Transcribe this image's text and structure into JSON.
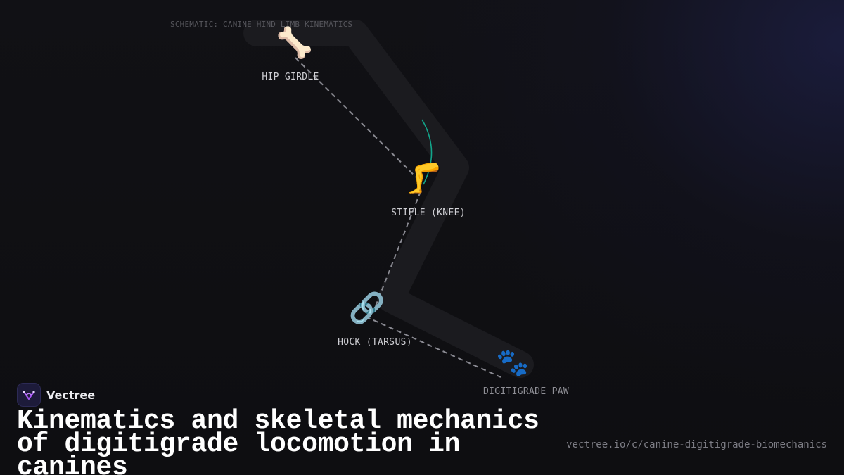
{
  "schematic_title": "SCHEMATIC: CANINE HIND LIMB KINEMATICS",
  "joints": [
    {
      "id": "hip",
      "label": "HIP GIRDLE",
      "icon": "bone-icon",
      "glyph": "🦴"
    },
    {
      "id": "stifle",
      "label": "STIFLE (KNEE)",
      "icon": "leg-icon",
      "glyph": "🦵"
    },
    {
      "id": "hock",
      "label": "HOCK (TARSUS)",
      "icon": "chain-link-icon",
      "glyph": "🔗"
    },
    {
      "id": "paw",
      "label": "DIGITIGRADE PAW",
      "icon": "paw-prints-icon",
      "glyph": "🐾"
    }
  ],
  "brand": {
    "name": "Vectree"
  },
  "headline": "Kinematics and skeletal mechanics of digitigrade locomotion in canines",
  "url": "vectree.io/c/canine-digitigrade-biomechanics",
  "colors": {
    "limb_band": "#1b1b1f",
    "connector": "#8a8a92",
    "arc": "#12a58a",
    "brand_logo_bg": "#1d1b3a",
    "brand_logo_mark": "#a855f7"
  }
}
